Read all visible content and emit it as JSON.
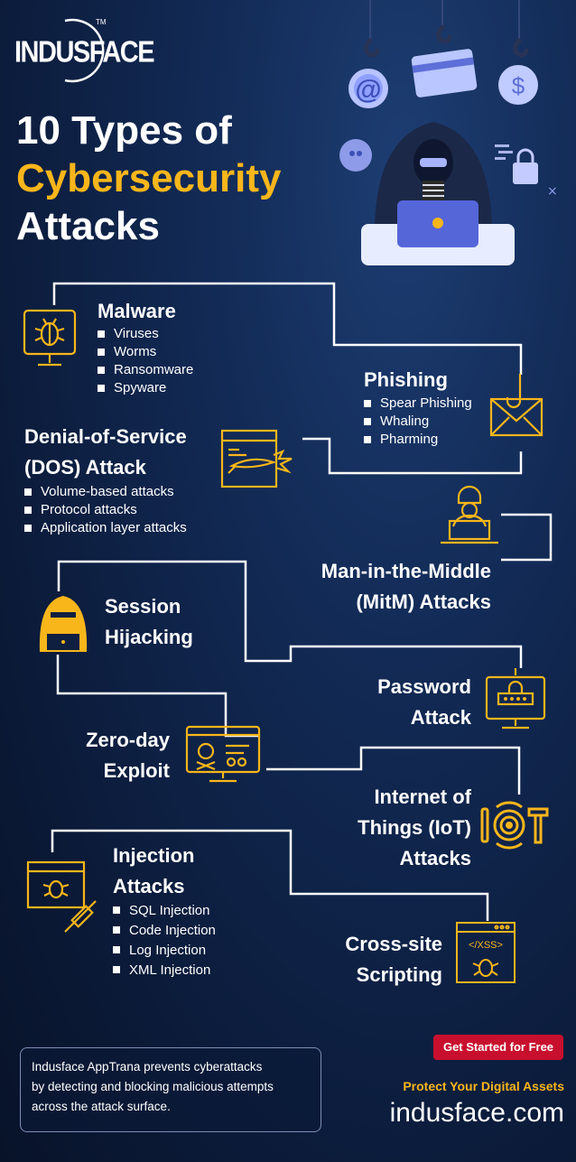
{
  "brand": {
    "name": "INDUSFACE",
    "tm": "TM"
  },
  "title": {
    "line1": "10 Types of",
    "line2": "Cybersecurity",
    "line3": "Attacks"
  },
  "colors": {
    "accent": "#f9b61b",
    "background": "#122a55",
    "cta": "#c8102e"
  },
  "attacks": {
    "malware": {
      "title": "Malware",
      "items": [
        "Viruses",
        "Worms",
        "Ransomware",
        "Spyware"
      ],
      "icon": "monitor-bug-icon"
    },
    "phishing": {
      "title": "Phishing",
      "items": [
        "Spear Phishing",
        "Whaling",
        "Pharming"
      ],
      "icon": "envelope-hook-icon"
    },
    "dos": {
      "title_line1": "Denial-of-Service",
      "title_line2": "(DOS) Attack",
      "items": [
        "Volume-based attacks",
        "Protocol attacks",
        "Application layer attacks"
      ],
      "icon": "browser-rocket-icon"
    },
    "mitm": {
      "title_line1": "Man-in-the-Middle",
      "title_line2": "(MitM) Attacks",
      "icon": "hacker-laptop-icon"
    },
    "session": {
      "title_line1": "Session",
      "title_line2": "Hijacking",
      "icon": "hooded-hacker-icon"
    },
    "password": {
      "title_line1": "Password",
      "title_line2": "Attack",
      "icon": "monitor-password-icon"
    },
    "zeroday": {
      "title_line1": "Zero-day",
      "title_line2": "Exploit",
      "icon": "monitor-skull-icon"
    },
    "iot": {
      "title_line1": "Internet of",
      "title_line2": "Things (IoT)",
      "title_line3": "Attacks",
      "icon": "iot-icon"
    },
    "injection": {
      "title_line1": "Injection",
      "title_line2": "Attacks",
      "items": [
        "SQL Injection",
        "Code Injection",
        "Log Injection",
        "XML Injection"
      ],
      "icon": "browser-syringe-icon"
    },
    "xss": {
      "title_line1": "Cross-site",
      "title_line2": "Scripting",
      "icon": "browser-xss-bug-icon",
      "icon_text": "</XSS>"
    }
  },
  "footer": {
    "blurb_line1": "Indusface AppTrana prevents cyberattacks",
    "blurb_line2": "by detecting and blocking malicious attempts",
    "blurb_line3": "across the attack surface.",
    "cta_label": "Get Started for Free",
    "tagline": "Protect Your Digital Assets",
    "url": "indusface.com"
  }
}
